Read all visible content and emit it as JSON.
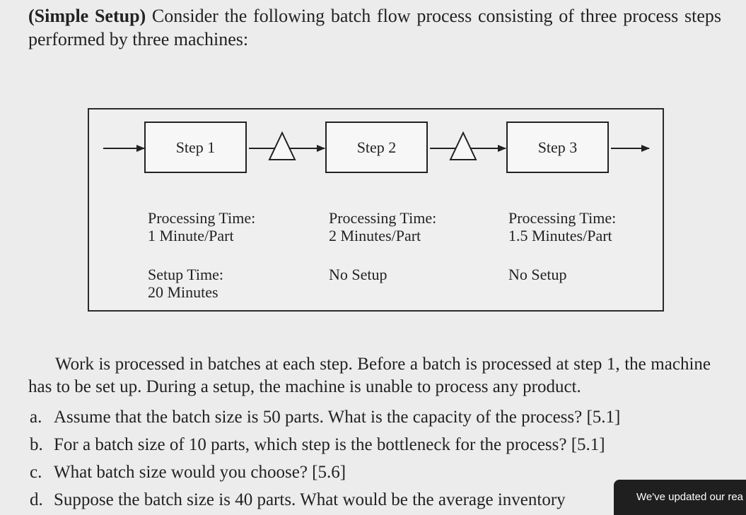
{
  "intro": {
    "lead": "(Simple Setup)",
    "text": " Consider the following batch flow process consisting of three process steps performed by three machines:"
  },
  "steps": [
    {
      "label": "Step 1",
      "processing_heading": "Processing Time:",
      "processing_value": "1 Minute/Part",
      "setup": "Setup Time:\n20 Minutes"
    },
    {
      "label": "Step 2",
      "processing_heading": "Processing Time:",
      "processing_value": "2 Minutes/Part",
      "setup": "No Setup"
    },
    {
      "label": "Step 3",
      "processing_heading": "Processing Time:",
      "processing_value": "1.5 Minutes/Part",
      "setup": "No Setup"
    }
  ],
  "paragraph": "Work is processed in batches at each step. Before a batch is processed at step 1, the machine has to be set up. During a setup, the machine is unable to process any product.",
  "questions": [
    {
      "letter": "a.",
      "text": "Assume that the batch size is 50 parts. What is the capacity of the process? [5.1]"
    },
    {
      "letter": "b.",
      "text": "For a batch size of 10 parts, which step is the bottleneck for the process? [5.1]"
    },
    {
      "letter": "c.",
      "text": "What batch size would you choose? [5.6]"
    },
    {
      "letter": "d.",
      "text": "Suppose the batch size is 40 parts. What would be the average inventory"
    }
  ],
  "toast": {
    "text": "We've updated our rea"
  }
}
